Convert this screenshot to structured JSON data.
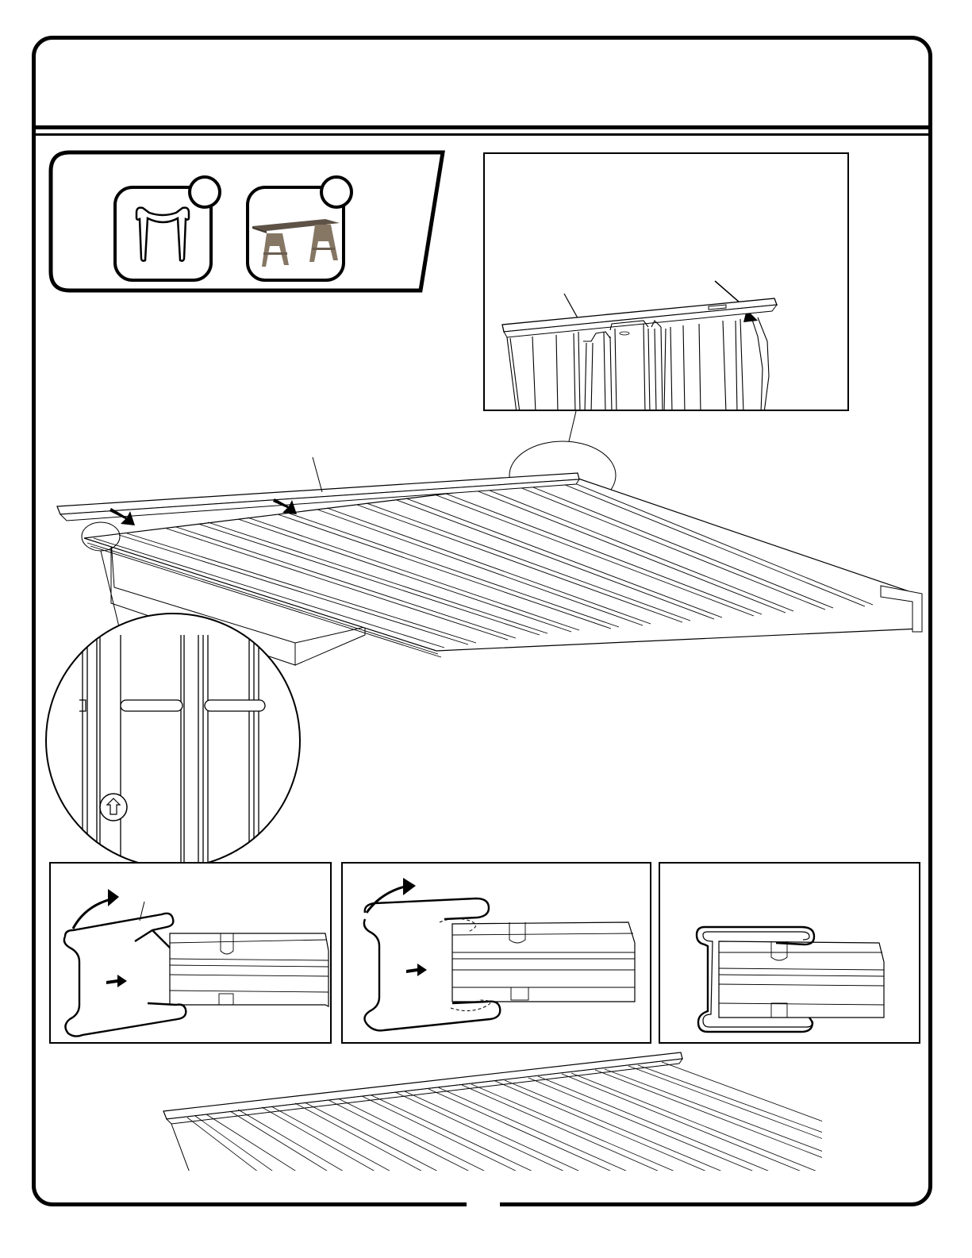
{
  "page": {
    "title": "",
    "step_number": "",
    "page_number": ""
  },
  "parts_box": {
    "items": [
      {
        "icon": "h-clip-icon",
        "count": ""
      },
      {
        "icon": "sawhorse-table-icon",
        "count": ""
      }
    ]
  },
  "detail_view": {
    "callout_label": ""
  },
  "main_view": {
    "callout_label": ""
  },
  "steps": [
    {
      "icon": "clip-rotate-step-1",
      "label": ""
    },
    {
      "icon": "clip-rotate-step-2",
      "label": ""
    },
    {
      "icon": "clip-installed-step-3",
      "label": ""
    }
  ],
  "colors": {
    "ink": "#000000",
    "paper": "#ffffff",
    "table_wood": "#6b5e4f"
  }
}
